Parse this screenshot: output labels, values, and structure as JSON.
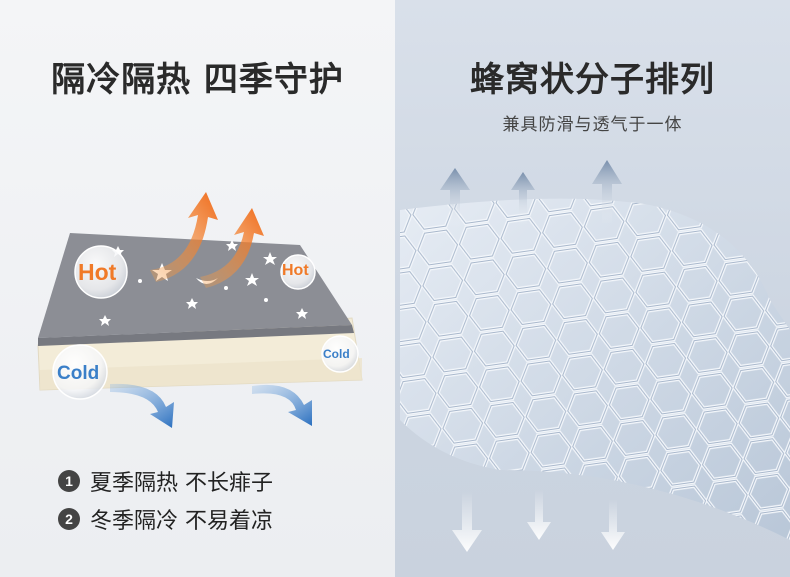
{
  "left": {
    "title": "隔冷隔热 四季守护",
    "labels": {
      "hot_large": "Hot",
      "hot_small": "Hot",
      "cold_large": "Cold",
      "cold_small": "Cold"
    },
    "features": [
      {
        "num": "1",
        "text": "夏季隔热 不长痱子"
      },
      {
        "num": "2",
        "text": "冬季隔冷 不易着凉"
      }
    ]
  },
  "right": {
    "title": "蜂窝状分子排列",
    "subtitle": "兼具防滑与透气于一体"
  },
  "colors": {
    "hot": "#f07a28",
    "cold": "#3a7fc8",
    "mat": "#8c8e95",
    "foam": "#f3ecd8"
  },
  "icons": [
    "star-icon",
    "moon-icon",
    "arrow-up-icon",
    "arrow-down-icon"
  ]
}
